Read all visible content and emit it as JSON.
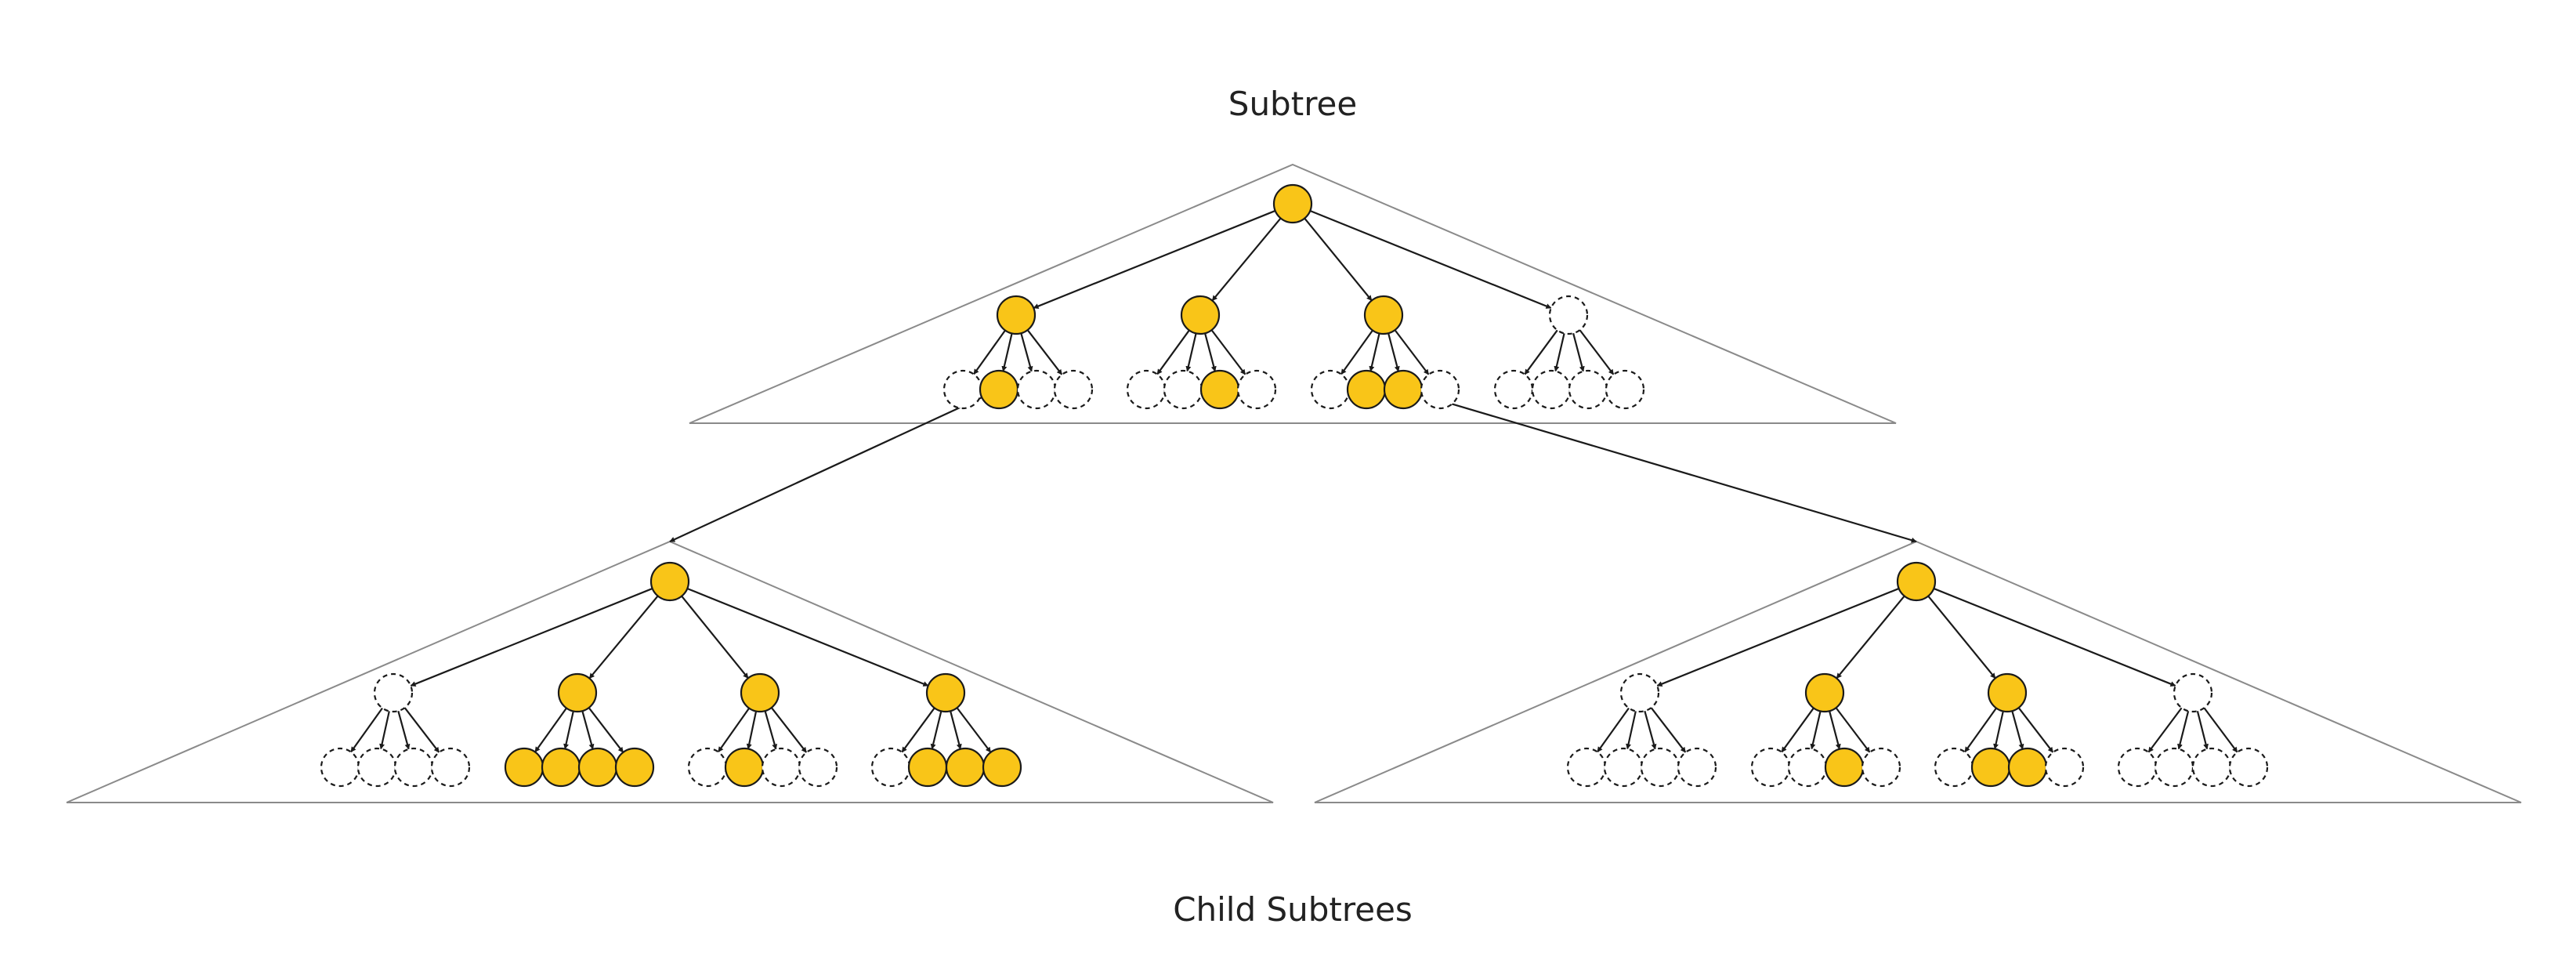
{
  "title": "Subtree",
  "caption": "Child Subtrees",
  "colors": {
    "filled": "#F9C518",
    "stroke": "#1a1a1a",
    "triangle": "#8a8a8a",
    "background": "#ffffff"
  },
  "trees": [
    {
      "id": "subtree",
      "root_filled": true,
      "children": [
        {
          "filled": true,
          "leaves": [
            false,
            true,
            false,
            false
          ]
        },
        {
          "filled": true,
          "leaves": [
            false,
            false,
            true,
            false
          ]
        },
        {
          "filled": true,
          "leaves": [
            false,
            true,
            true,
            false
          ]
        },
        {
          "filled": false,
          "leaves": [
            false,
            false,
            false,
            false
          ]
        }
      ]
    },
    {
      "id": "child-subtree-left",
      "root_filled": true,
      "children": [
        {
          "filled": false,
          "leaves": [
            false,
            false,
            false,
            false
          ]
        },
        {
          "filled": true,
          "leaves": [
            true,
            true,
            true,
            true
          ]
        },
        {
          "filled": true,
          "leaves": [
            false,
            true,
            false,
            false
          ]
        },
        {
          "filled": true,
          "leaves": [
            false,
            true,
            true,
            true
          ]
        }
      ]
    },
    {
      "id": "child-subtree-right",
      "root_filled": true,
      "children": [
        {
          "filled": false,
          "leaves": [
            false,
            false,
            false,
            false
          ]
        },
        {
          "filled": true,
          "leaves": [
            false,
            false,
            true,
            false
          ]
        },
        {
          "filled": true,
          "leaves": [
            false,
            true,
            true,
            false
          ]
        },
        {
          "filled": false,
          "leaves": [
            false,
            false,
            false,
            false
          ]
        }
      ]
    }
  ],
  "links": [
    {
      "from_tree": "subtree",
      "child_index": 0,
      "leaf_index": 1,
      "to_tree": "child-subtree-left"
    },
    {
      "from_tree": "subtree",
      "child_index": 2,
      "leaf_index": 2,
      "to_tree": "child-subtree-right"
    }
  ]
}
